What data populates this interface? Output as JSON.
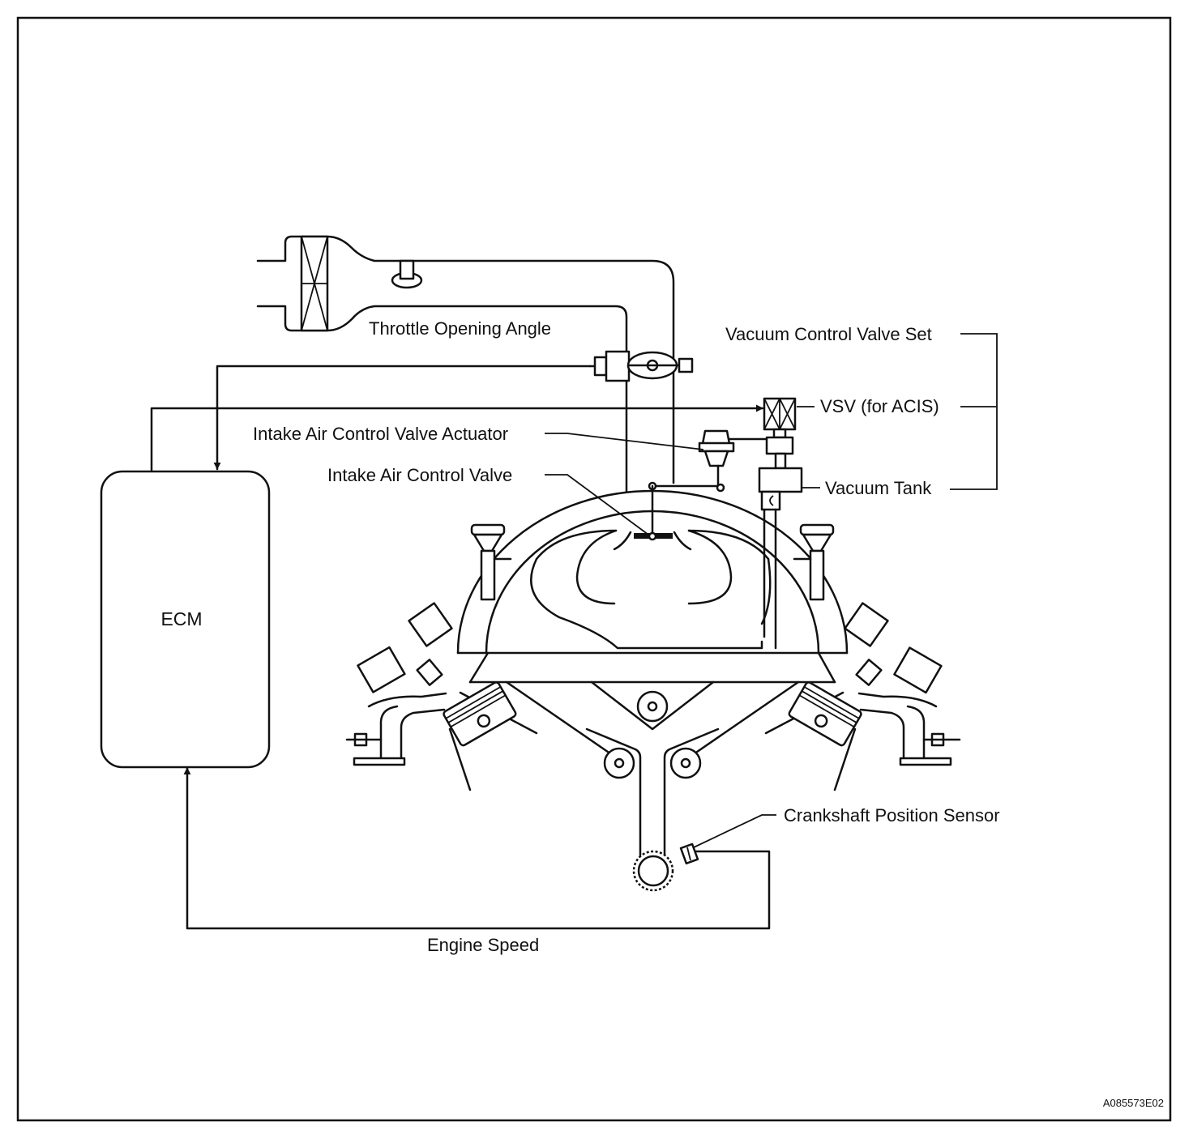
{
  "labels": {
    "throttle": "Throttle Opening Angle",
    "vcv_set": "Vacuum Control Valve Set",
    "vsv": "VSV (for ACIS)",
    "actuator": "Intake Air Control Valve Actuator",
    "iacv": "Intake Air Control Valve",
    "vacuum_tank": "Vacuum Tank",
    "crank_sensor": "Crankshaft Position Sensor",
    "engine_speed": "Engine Speed",
    "ecm": "ECM",
    "code": "A085573E02"
  }
}
